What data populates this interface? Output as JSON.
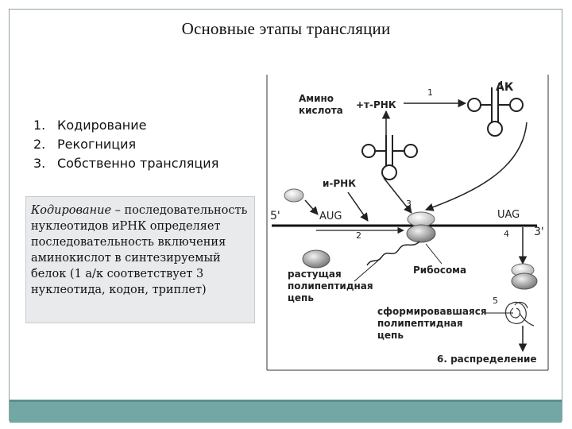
{
  "slide": {
    "title": "Основные этапы трансляции",
    "stages": [
      {
        "num": "1.",
        "label": "Кодирование"
      },
      {
        "num": "2.",
        "label": "Рекогниция"
      },
      {
        "num": "3.",
        "label": "Собственно трансляция"
      }
    ],
    "definition": {
      "term": "Кодирование",
      "text": " – последовательность нуклеотидов иРНК определяет последовательность включения аминокислот в синтезируемый белок (1 а/к соответствует 3 нуклеотида, кодон, триплет)"
    }
  },
  "diagram": {
    "labels": {
      "amino_acid": "Амино кислота",
      "trna": "+т-РНК",
      "ak": "АК",
      "mrna": "и-РНК",
      "five_prime": "5'",
      "three_prime": "3'",
      "start_codon": "AUG",
      "stop_codon": "UAG",
      "ribosome": "Рибосома",
      "growing_chain_1": "растущая",
      "growing_chain_2": "полипептидная",
      "growing_chain_3": "цепь",
      "formed_1": "сформировавшаяся",
      "formed_2": "полипептидная",
      "formed_3": "цепь",
      "distribution": "6. распределение"
    },
    "step_numbers": [
      "1",
      "2",
      "3",
      "4",
      "5"
    ]
  }
}
